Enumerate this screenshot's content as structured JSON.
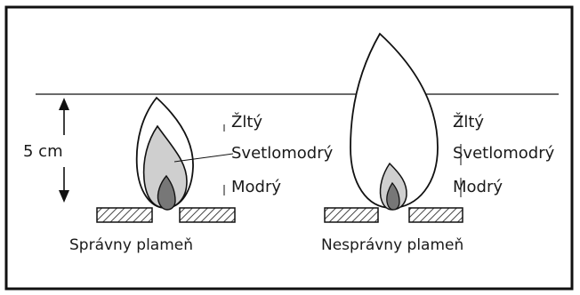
{
  "diagram": {
    "measurement_label": "5 cm",
    "left": {
      "caption": "Správny plameň",
      "labels": {
        "outer": "Žltý",
        "middle": "Svetlomodrý",
        "inner": "Modrý"
      }
    },
    "right": {
      "caption": "Nesprávny plameň",
      "labels": {
        "outer": "Žltý",
        "middle": "Svetlomodrý",
        "inner": "Modrý"
      }
    },
    "colors": {
      "frame": "#111111",
      "outer_flame": "#ffffff",
      "middle_flame": "#cfcfcf",
      "inner_flame": "#777777",
      "burner_hatch": "#444444"
    }
  }
}
